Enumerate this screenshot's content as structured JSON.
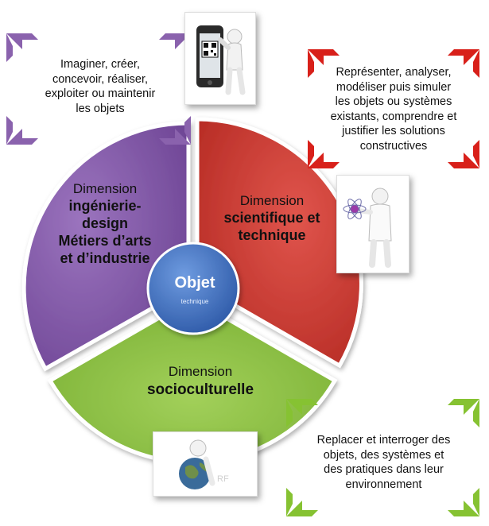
{
  "colors": {
    "purple": "#7e52a3",
    "red": "#cf3a32",
    "green": "#86bc3c",
    "center": "#3f6fc4",
    "bracket_purple": "#8a62ad",
    "bracket_red": "#d8201a",
    "bracket_green": "#86c232"
  },
  "center": {
    "title": "Objet",
    "subtitle": "technique"
  },
  "segments": {
    "left": {
      "label": "Dimension",
      "name": "ingénierie-\ndesign\nMétiers d’arts\net d’industrie"
    },
    "right": {
      "label": "Dimension",
      "name": "scientifique et\ntechnique"
    },
    "bottom": {
      "label": "Dimension",
      "name": "socioculturelle"
    }
  },
  "callouts": {
    "top_left": "Imaginer, créer,\nconcevoir, réaliser,\nexploiter ou maintenir\nles objets",
    "top_right": "Représenter, analyser,\nmodéliser puis simuler\nles objets ou systèmes\nexistants, comprendre et\njustifier les solutions\nconstructives",
    "bottom_right": "Replacer et interroger des\nobjets, des systèmes et\ndes pratiques dans leur\nenvironnement"
  },
  "icons": {
    "phone": "figure-with-smartphone-icon",
    "scientist": "scientist-with-atom-icon",
    "globe": "figure-with-globe-icon"
  }
}
